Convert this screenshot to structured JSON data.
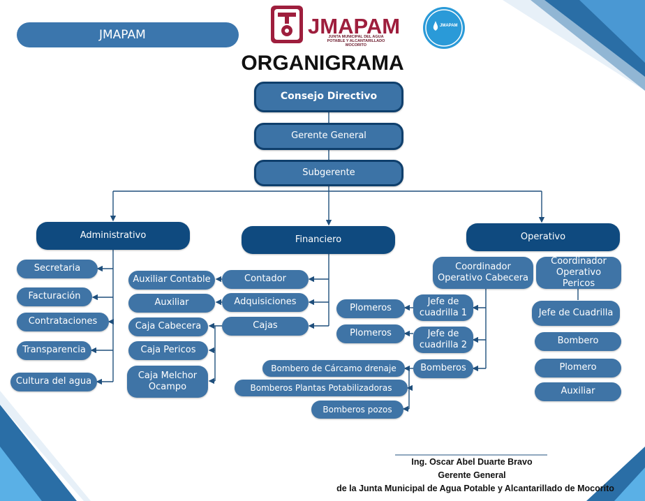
{
  "header": {
    "pill_label": "JMAPAM",
    "logo_name": "JMAPAM",
    "logo_subtitle": "JUNTA MUNICIPAL DEL AGUA POTABLE Y ALCANTARILLADO MOCORITO",
    "badge_label": "JMAPAM",
    "title": "ORGANIGRAMA"
  },
  "org": {
    "consejo": "Consejo Directivo",
    "gerente": "Gerente General",
    "subgerente": "Subgerente",
    "administrativo": {
      "label": "Administrativo",
      "items": [
        "Secretaria",
        "Facturación",
        "Contrataciones",
        "Transparencia",
        "Cultura del agua"
      ]
    },
    "financiero": {
      "label": "Financiero",
      "contador": "Contador",
      "auxiliar_contable": "Auxiliar Contable",
      "adquisiciones": "Adquisiciones",
      "auxiliar": "Auxiliar",
      "cajas": "Cajas",
      "caja_items": [
        "Caja Cabecera",
        "Caja Pericos",
        "Caja Melchor Ocampo"
      ]
    },
    "operativo": {
      "label": "Operativo",
      "coord_cabecera": "Coordinador Operativo Cabecera",
      "coord_pericos": "Coordinador Operativo Pericos",
      "jefe1": "Jefe de cuadrilla 1",
      "jefe2": "Jefe de cuadrilla 2",
      "plomeros1": "Plomeros",
      "plomeros2": "Plomeros",
      "bomberos": "Bomberos",
      "bomberos_items": [
        "Bombero de Cárcamo drenaje",
        "Bomberos Plantas Potabilizadoras",
        "Bomberos pozos"
      ],
      "pericos_items": [
        "Jefe de Cuadrilla",
        "Bombero",
        "Plomero",
        "Auxiliar"
      ]
    }
  },
  "signature": {
    "name": "Ing. Oscar Abel Duarte Bravo",
    "role": "Gerente General",
    "org": "de la Junta Municipal de Agua Potable y Alcantarillado de Mocorito"
  }
}
